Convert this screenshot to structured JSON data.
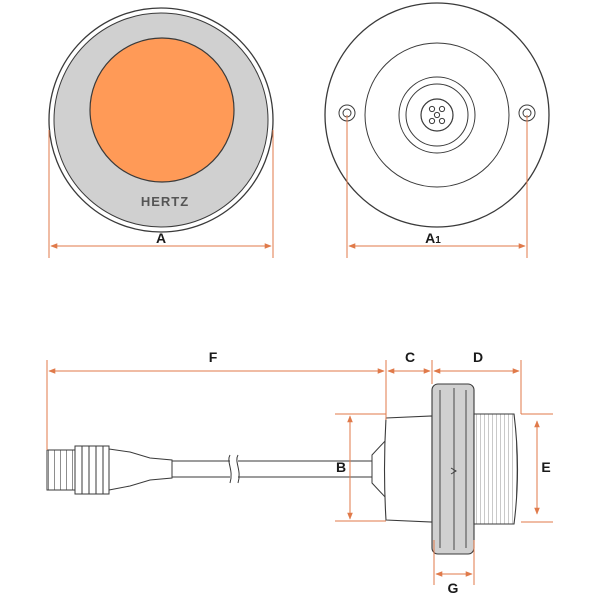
{
  "brand": {
    "logo_text": "HERTZ"
  },
  "dimensions": {
    "A": "A",
    "A1_main": "A",
    "A1_sub": "1",
    "B": "B",
    "C": "C",
    "D": "D",
    "E": "E",
    "F": "F",
    "G": "G"
  },
  "colors": {
    "dimension_line": "#e07a4a",
    "light_face": "#ff9a57",
    "bezel": "#d0d0d0",
    "outline": "#3a3a3a"
  }
}
